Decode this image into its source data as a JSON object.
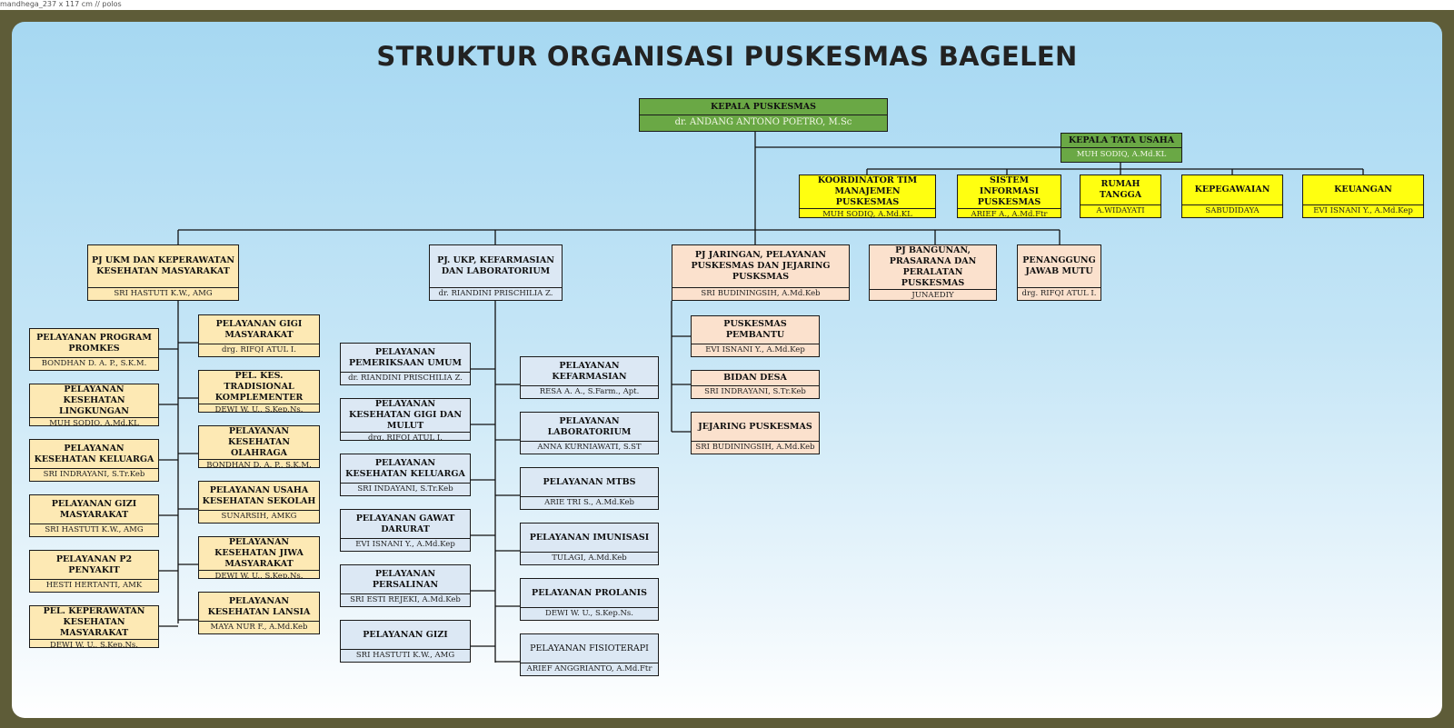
{
  "caption": "mandhega_237 x 117 cm // polos",
  "title": "STRUKTUR ORGANISASI PUSKESMAS BAGELEN",
  "kepala": {
    "title": "KEPALA PUSKESMAS",
    "name": "dr. ANDANG ANTONO POETRO, M.Sc"
  },
  "tata_usaha": {
    "title": "KEPALA TATA USAHA",
    "name": "MUH SODIQ, A.Md.KL"
  },
  "tu_units": [
    {
      "title": "KOORDINATOR TIM MANAJEMEN PUSKESMAS",
      "name": "MUH SODIQ, A.Md.KL"
    },
    {
      "title": "SISTEM INFORMASI PUSKESMAS",
      "name": "ARIEF A., A.Md.Ftr"
    },
    {
      "title": "RUMAH TANGGA",
      "name": "A.WIDAYATI"
    },
    {
      "title": "KEPEGAWAIAN",
      "name": "SABUDIDAYA"
    },
    {
      "title": "KEUANGAN",
      "name": "EVI ISNANI Y., A.Md.Kep"
    }
  ],
  "pj": [
    {
      "title": "PJ UKM DAN KEPERAWATAN KESEHATAN MASYARAKAT",
      "name": "SRI HASTUTI K.W., AMG"
    },
    {
      "title": "PJ. UKP, KEFARMASIAN DAN LABORATORIUM",
      "name": "dr. RIANDINI PRISCHILIA Z."
    },
    {
      "title": "PJ JARINGAN, PELAYANAN PUSKESMAS DAN JEJARING PUSKSMAS",
      "name": "SRI BUDININGSIH, A.Md.Keb"
    },
    {
      "title": "PJ BANGUNAN, PRASARANA DAN PERALATAN PUSKESMAS",
      "name": "JUNAEDIY"
    },
    {
      "title": "PENANGGUNG JAWAB MUTU",
      "name": "drg. RIFQI ATUL I."
    }
  ],
  "ukm_left": [
    {
      "title": "PELAYANAN PROGRAM PROMKES",
      "name": "BONDHAN D. A. P., S.K.M."
    },
    {
      "title": "PELAYANAN KESEHATAN LINGKUNGAN",
      "name": "MUH SODIQ, A.Md.KL"
    },
    {
      "title": "PELAYANAN KESEHATAN KELUARGA",
      "name": "SRI INDRAYANI, S.Tr.Keb"
    },
    {
      "title": "PELAYANAN GIZI MASYARAKAT",
      "name": "SRI HASTUTI K.W., AMG"
    },
    {
      "title": "PELAYANAN P2 PENYAKIT",
      "name": "HESTI HERTANTI, AMK"
    },
    {
      "title": "PEL. KEPERAWATAN KESEHATAN MASYARAKAT",
      "name": "DEWI W. U., S.Kep.Ns."
    }
  ],
  "ukm_right": [
    {
      "title": "PELAYANAN GIGI MASYARAKAT",
      "name": "drg. RIFQI ATUL I."
    },
    {
      "title": "PEL. KES. TRADISIONAL KOMPLEMENTER",
      "name": "DEWI W. U., S.Kep.Ns."
    },
    {
      "title": "PELAYANAN KESEHATAN OLAHRAGA",
      "name": "BONDHAN D. A. P., S.K.M."
    },
    {
      "title": "PELAYANAN USAHA KESEHATAN SEKOLAH",
      "name": "SUNARSIH, AMKG"
    },
    {
      "title": "PELAYANAN KESEHATAN JIWA MASYARAKAT",
      "name": "DEWI W. U., S.Kep.Ns."
    },
    {
      "title": "PELAYANAN KESEHATAN LANSIA",
      "name": "MAYA NUR F., A.Md.Keb"
    }
  ],
  "ukp_left": [
    {
      "title": "PELAYANAN PEMERIKSAAN UMUM",
      "name": "dr. RIANDINI PRISCHILIA Z."
    },
    {
      "title": "PELAYANAN KESEHATAN GIGI DAN MULUT",
      "name": "drg. RIFQI ATUL I."
    },
    {
      "title": "PELAYANAN KESEHATAN KELUARGA",
      "name": "SRI INDAYANI, S.Tr.Keb"
    },
    {
      "title": "PELAYANAN GAWAT DARURAT",
      "name": "EVI ISNANI Y., A.Md.Kep"
    },
    {
      "title": "PELAYANAN PERSALINAN",
      "name": "SRI ESTI REJEKI, A.Md.Keb"
    },
    {
      "title": "PELAYANAN GIZI",
      "name": "SRI HASTUTI K.W., AMG"
    }
  ],
  "ukp_right": [
    {
      "title": "PELAYANAN KEFARMASIAN",
      "name": "RESA A. A., S.Farm., Apt."
    },
    {
      "title": "PELAYANAN LABORATORIUM",
      "name": "ANNA KURNIAWATI, S.ST"
    },
    {
      "title": "PELAYANAN MTBS",
      "name": "ARIE TRI S., A.Md.Keb"
    },
    {
      "title": "PELAYANAN IMUNISASI",
      "name": "TULAGI, A.Md.Keb"
    },
    {
      "title": "PELAYANAN PROLANIS",
      "name": "DEWI W. U., S.Kep.Ns."
    },
    {
      "title": "PELAYANAN FISIOTERAPI",
      "name": "ARIEF ANGGRIANTO, A.Md.Ftr"
    }
  ],
  "jaringan": [
    {
      "title": "PUSKESMAS PEMBANTU",
      "name": "EVI ISNANI Y., A.Md.Kep"
    },
    {
      "title": "BIDAN DESA",
      "name": "SRI INDRAYANI, S.Tr.Keb"
    },
    {
      "title": "JEJARING PUSKESMAS",
      "name": "SRI BUDININGSIH, A.Md.Keb"
    }
  ],
  "colors": {
    "frame": "#5e5c38",
    "head": "#6aa845",
    "admin_units": "#ffff10",
    "ukm": "#fde9b4",
    "ukp": "#dce8f4",
    "jaringan": "#fbe1cd"
  }
}
